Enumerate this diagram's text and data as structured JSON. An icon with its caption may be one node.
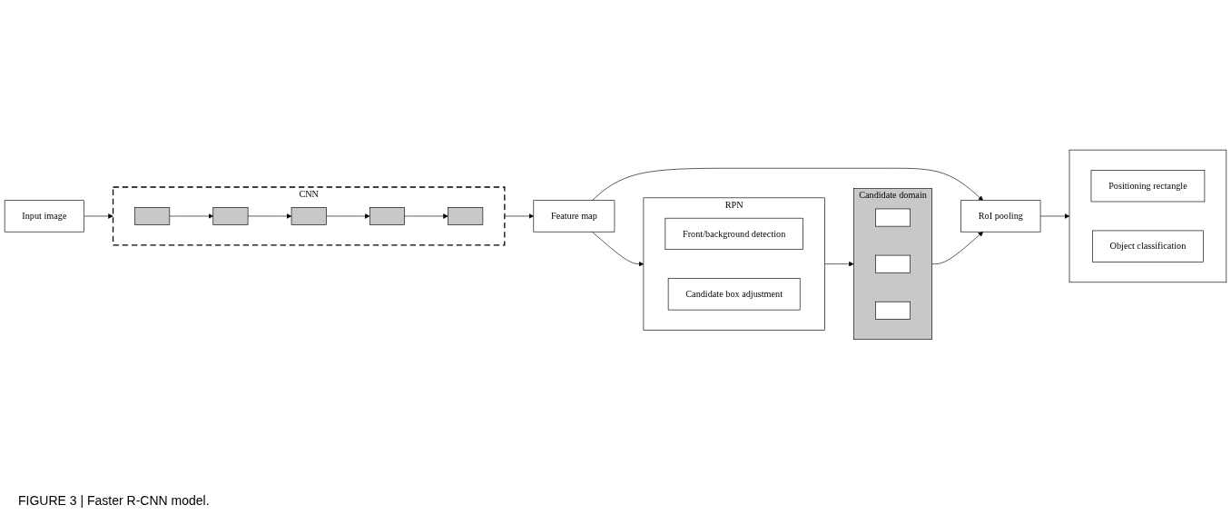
{
  "diagram": {
    "caption": "FIGURE 3 | Faster R-CNN model.",
    "nodes": [
      {
        "text": [
          "Input image"
        ]
      },
      {
        "text": [
          "CNN"
        ]
      },
      {
        "text": [],
        "shape": "box",
        "in": 1
      },
      {
        "text": [],
        "shape": "box",
        "in": 1
      },
      {
        "text": [],
        "shape": "box",
        "in": 1
      },
      {
        "text": [],
        "shape": "box",
        "in": 1
      },
      {
        "text": [],
        "shape": "box",
        "in": 1
      },
      {
        "text": [
          "Feature map"
        ]
      },
      {
        "text": [
          "RPN"
        ]
      },
      {
        "text": [
          "Front/background detection"
        ],
        "in": 8
      },
      {
        "text": [
          "Candidate box adjustment"
        ],
        "in": 8
      },
      {
        "text": [
          "Candidate domain"
        ]
      },
      {
        "text": [],
        "shape": "box",
        "in": 11
      },
      {
        "text": [],
        "shape": "box",
        "in": 11
      },
      {
        "text": [],
        "shape": "box",
        "in": 11
      },
      {
        "text": [
          "RoI pooling"
        ]
      },
      {
        "text": [],
        "shape": "box"
      },
      {
        "text": [
          "Positioning rectangle"
        ],
        "in": 16
      },
      {
        "text": [
          "Object classification"
        ],
        "in": 16
      }
    ],
    "edges": [
      {
        "from": 0,
        "to": 1,
        "arrow": "to"
      },
      {
        "from": 2,
        "to": 3,
        "arrow": "to"
      },
      {
        "from": 3,
        "to": 4,
        "arrow": "to"
      },
      {
        "from": 4,
        "to": 5,
        "arrow": "to"
      },
      {
        "from": 5,
        "to": 6,
        "arrow": "to"
      },
      {
        "from": 1,
        "to": 7,
        "arrow": "to"
      },
      {
        "from": 7,
        "to": 8,
        "arrow": "to"
      },
      {
        "from": 8,
        "to": 11,
        "arrow": "to"
      },
      {
        "from": 7,
        "to": 15,
        "arrow": "to"
      },
      {
        "from": 11,
        "to": 15,
        "arrow": "to"
      },
      {
        "from": 15,
        "to": 16,
        "arrow": "to"
      }
    ]
  }
}
